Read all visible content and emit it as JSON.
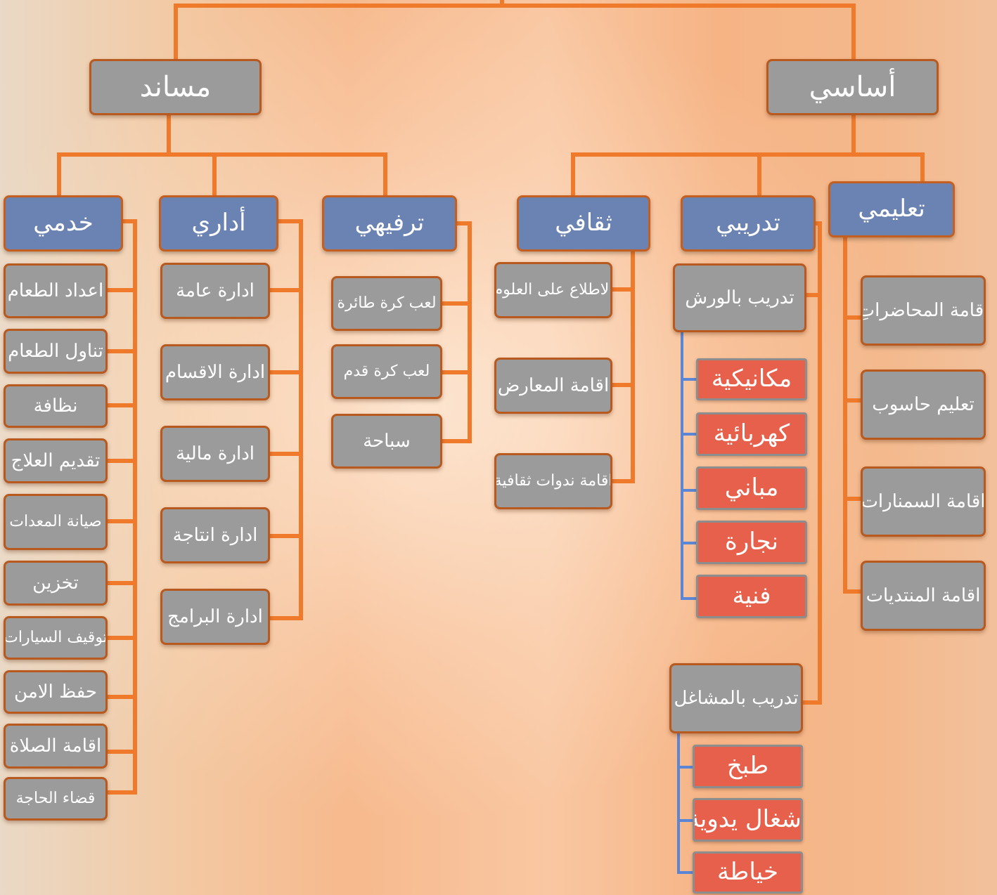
{
  "colors": {
    "connector_orange": "#f07a2b",
    "connector_blue": "#5b86d6",
    "node_gray": "#9b9b9b",
    "node_blue": "#6b83b3",
    "node_red": "#e7604b"
  },
  "diagram": {
    "support": {
      "label": "مساند",
      "service": {
        "label": "خدمي",
        "items": [
          "اعداد الطعام",
          "تناول الطعام",
          "نظافة",
          "تقديم العلاج",
          "صيانة المعدات",
          "تخزين",
          "توقيف السيارات",
          "حفظ الامن",
          "اقامة الصلاة",
          "قضاء الحاجة"
        ]
      },
      "admin": {
        "label": "أداري",
        "items": [
          "ادارة عامة",
          "ادارة الاقسام",
          "ادارة مالية",
          "ادارة انتاجة",
          "ادارة البرامج"
        ]
      },
      "recreation": {
        "label": "ترفيهي",
        "items": [
          "لعب كرة طائرة",
          "لعب كرة قدم",
          "سباحة"
        ]
      }
    },
    "basic": {
      "label": "أساسي",
      "cultural": {
        "label": "ثقافي",
        "items": [
          "الاطلاع على العلوم",
          "اقامة المعارض",
          "اقامة ندوات ثقافية"
        ]
      },
      "training": {
        "label": "تدريبي",
        "workshops": {
          "label": "تدريب بالورش",
          "items": [
            "مكانيكية",
            "كهربائية",
            "مباني",
            "نجارة",
            "فنية"
          ]
        },
        "crafts": {
          "label": "تدريب بالمشاغل",
          "items": [
            "طبخ",
            "اشغال يدوية",
            "خياطة"
          ]
        }
      },
      "educational": {
        "label": "تعليمي",
        "items": [
          "اقامة المحاضراتِ",
          "تعليم حاسوب",
          "اقامة السمنارات",
          "اقامة المنتديات"
        ]
      }
    }
  }
}
